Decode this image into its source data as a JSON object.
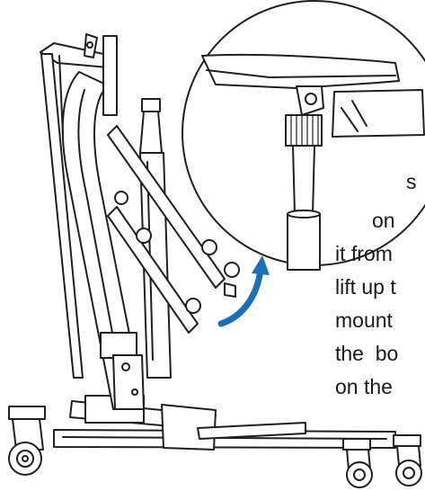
{
  "instruction_lines": [
    "s",
    "on",
    "it from",
    "lift up t",
    "mount",
    "the  bo",
    "on the"
  ],
  "colors": {
    "line": "#1f1f1f",
    "arrow": "#1a6fb8",
    "background": "#ffffff"
  },
  "icons": [
    "lift-arrow-icon",
    "detail-magnifier"
  ]
}
